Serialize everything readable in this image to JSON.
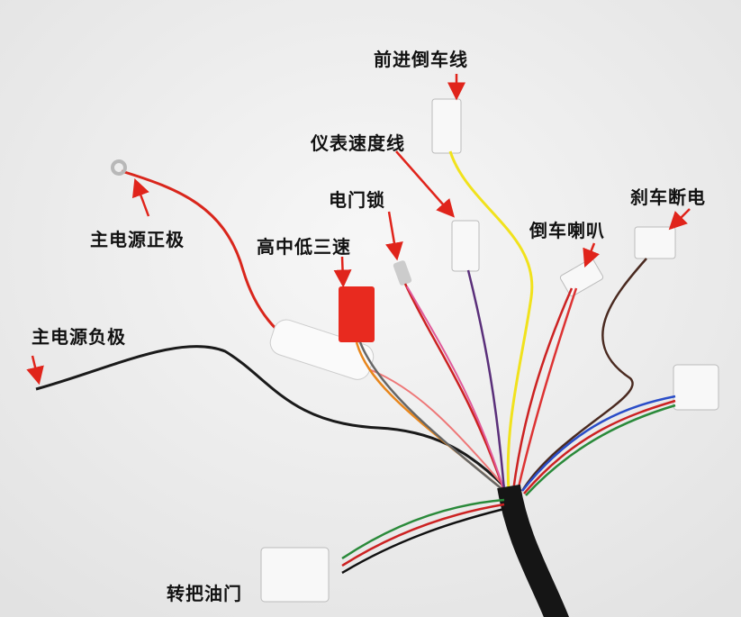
{
  "labels": {
    "forward_reverse": "前进倒车线",
    "speedometer": "仪表速度线",
    "ignition_lock": "电门锁",
    "brake_cutoff": "刹车断电",
    "reverse_horn": "倒车喇叭",
    "main_positive": "主电源正极",
    "three_speed": "高中低三速",
    "main_negative": "主电源负极",
    "throttle": "转把油门"
  },
  "colors": {
    "arrow": "#e0241b",
    "background": "#f0f0f0"
  }
}
